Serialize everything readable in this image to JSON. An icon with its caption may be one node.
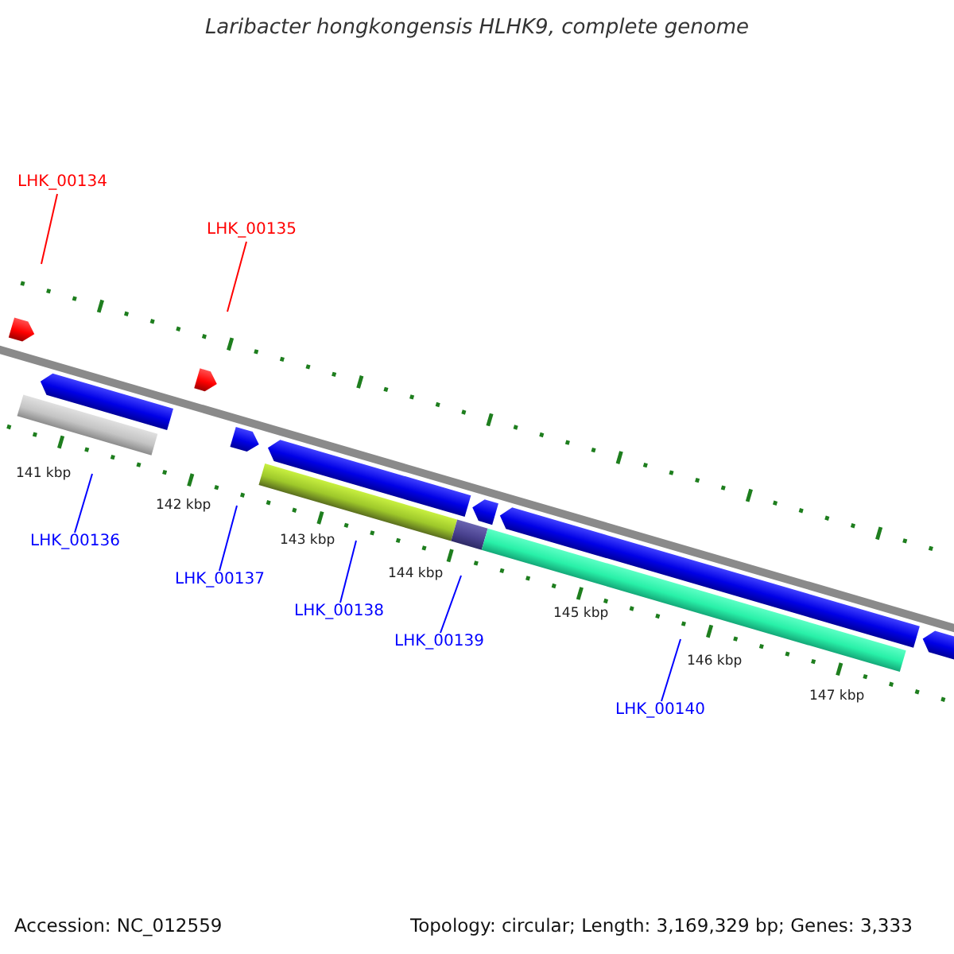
{
  "diagram": {
    "title": "Laribacter hongkongensis HLHK9, complete genome",
    "nodes": [
      {
        "text": [
          "LHK_00134"
        ]
      },
      {
        "text": [
          "LHK_00135"
        ]
      },
      {
        "text": [
          "LHK_00136"
        ]
      },
      {
        "text": [
          "LHK_00137"
        ]
      },
      {
        "text": [
          "LHK_00138"
        ]
      },
      {
        "text": [
          "LHK_00139"
        ]
      },
      {
        "text": [
          "LHK_00140"
        ]
      }
    ],
    "edges": [
      {
        "from": 0,
        "to": null,
        "arrow": "none",
        "color": "#ff0000"
      },
      {
        "from": 1,
        "to": null,
        "arrow": "none",
        "color": "#ff0000"
      },
      {
        "from": 2,
        "to": null,
        "arrow": "none"
      },
      {
        "from": 3,
        "to": null,
        "arrow": "none"
      },
      {
        "from": 4,
        "to": null,
        "arrow": "none"
      },
      {
        "from": 5,
        "to": null,
        "arrow": "none"
      },
      {
        "from": 6,
        "to": null,
        "arrow": "none"
      }
    ],
    "labels": [
      "141 kbp",
      "142 kbp",
      "143 kbp",
      "144 kbp",
      "145 kbp",
      "146 kbp",
      "147 kbp",
      "Accession: NC_012559",
      "Topology: circular; Length: 3,169,329 bp; Genes: 3,333"
    ]
  }
}
